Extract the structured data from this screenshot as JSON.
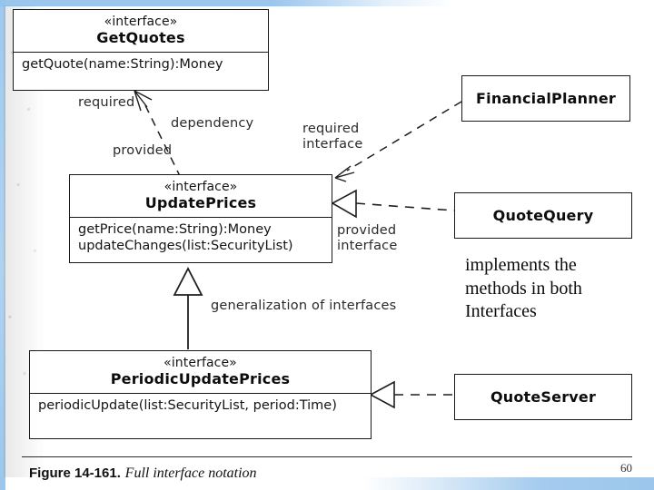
{
  "slide": {
    "page_number": "60",
    "caption_label": "Figure 14-161.",
    "caption_title": "Full interface notation"
  },
  "colors": {
    "ink": "#1a1a1a",
    "paper": "#ffffff",
    "scan_edge_blue": "#96c3eb"
  },
  "interfaces": [
    {
      "id": "get-quotes",
      "stereotype": "«interface»",
      "name": "GetQuotes",
      "operations": [
        "getQuote(name:String):Money"
      ]
    },
    {
      "id": "update-prices",
      "stereotype": "«interface»",
      "name": "UpdatePrices",
      "operations": [
        "getPrice(name:String):Money",
        "updateChanges(list:SecurityList)"
      ]
    },
    {
      "id": "periodic-update-prices",
      "stereotype": "«interface»",
      "name": "PeriodicUpdatePrices",
      "operations": [
        "periodicUpdate(list:SecurityList, period:Time)"
      ]
    }
  ],
  "classes": [
    {
      "id": "financial-planner",
      "name": "FinancialPlanner"
    },
    {
      "id": "quote-query",
      "name": "QuoteQuery"
    },
    {
      "id": "quote-server",
      "name": "QuoteServer"
    }
  ],
  "annotations": {
    "required": "required",
    "dependency": "dependency",
    "provided": "provided",
    "required_interface": "required\ninterface",
    "provided_interface": "provided\ninterface",
    "generalization": "generalization of interfaces"
  },
  "note": {
    "text": "implements the\nmethods in both\nInterfaces"
  }
}
